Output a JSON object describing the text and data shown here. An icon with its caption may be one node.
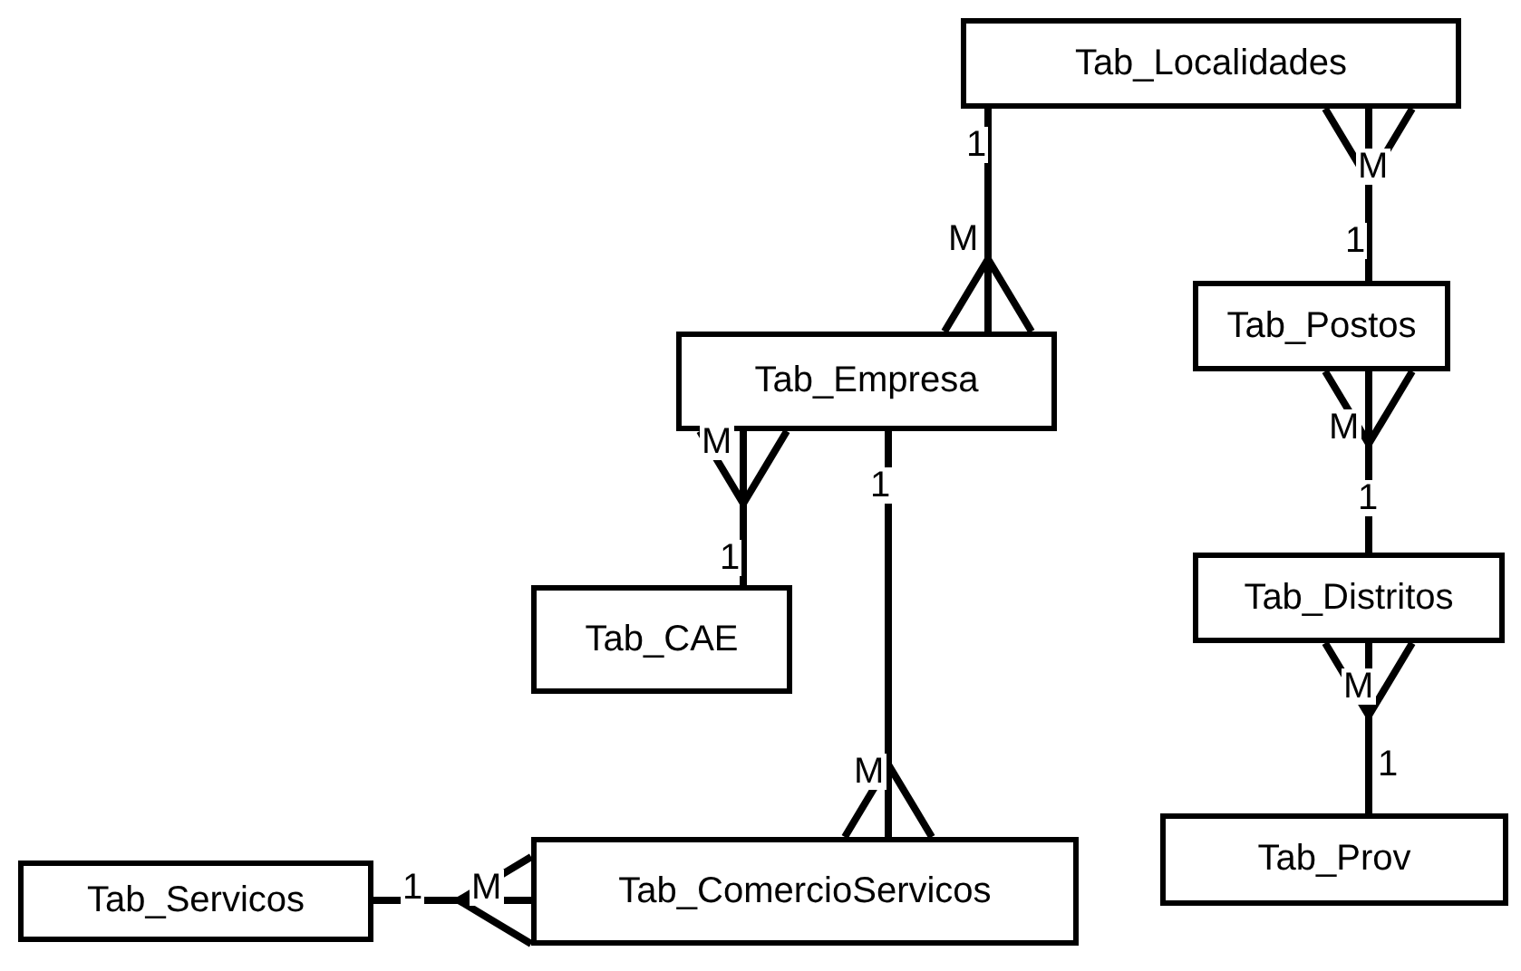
{
  "diagram": {
    "nodes": [
      {
        "text": [
          "Tab_Localidades"
        ]
      },
      {
        "text": [
          "Tab_Postos"
        ]
      },
      {
        "text": [
          "Tab_Empresa"
        ]
      },
      {
        "text": [
          "Tab_Distritos"
        ]
      },
      {
        "text": [
          "Tab_CAE"
        ]
      },
      {
        "text": [
          "Tab_Prov"
        ]
      },
      {
        "text": [
          "Tab_ComercioServicos"
        ]
      },
      {
        "text": [
          "Tab_Servicos"
        ]
      }
    ],
    "edges": [
      {
        "from": 0,
        "to": 2,
        "arrow": "other"
      },
      {
        "from": 1,
        "to": 0,
        "arrow": "other"
      },
      {
        "from": 3,
        "to": 1,
        "arrow": "other"
      },
      {
        "from": 5,
        "to": 3,
        "arrow": "other"
      },
      {
        "from": 4,
        "to": 2,
        "arrow": "other"
      },
      {
        "from": 2,
        "to": 6,
        "arrow": "other"
      },
      {
        "from": 7,
        "to": 6,
        "arrow": "other"
      }
    ],
    "labels": [
      "1",
      "M",
      "M",
      "1",
      "M",
      "M",
      "1",
      "1",
      "1",
      "M",
      "M",
      "1",
      "1",
      "M"
    ]
  }
}
